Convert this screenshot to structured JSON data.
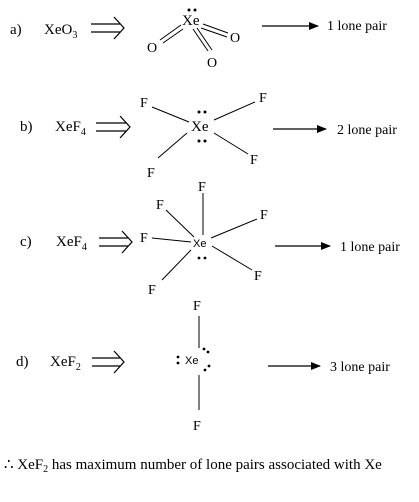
{
  "items": [
    {
      "label": "a)",
      "formula": {
        "base": "XeO",
        "sub": "3"
      },
      "result": "1 lone pair",
      "central": "Xe",
      "ligands": [
        "O",
        "O",
        "O"
      ]
    },
    {
      "label": "b)",
      "formula": {
        "base": "XeF",
        "sub": "4"
      },
      "result": "2 lone pair",
      "central": "Xe",
      "ligands": [
        "F",
        "F",
        "F",
        "F"
      ]
    },
    {
      "label": "c)",
      "formula": {
        "base": "XeF",
        "sub": "4"
      },
      "result": "1 lone pair",
      "central": "Xe",
      "ligands": [
        "F",
        "F",
        "F",
        "F",
        "F",
        "F"
      ]
    },
    {
      "label": "d)",
      "formula": {
        "base": "XeF",
        "sub": "2"
      },
      "result": "3 lone pair",
      "central": "Xe",
      "ligands": [
        "F",
        "F"
      ]
    }
  ],
  "conclusion": {
    "symbol": "∴",
    "prefix": "XeF",
    "sub": "2",
    "text": "has maximum number of lone pairs associated with Xe"
  }
}
